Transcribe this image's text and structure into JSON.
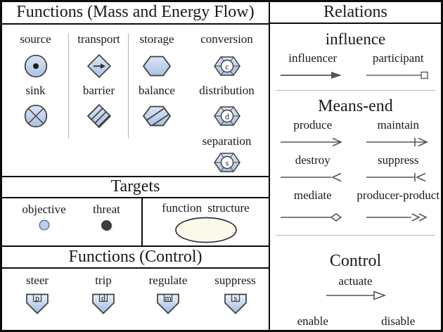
{
  "left": {
    "flow_title": "Functions (Mass and Energy Flow)",
    "flow": {
      "source": "source",
      "transport": "transport",
      "storage": "storage",
      "conversion": "conversion",
      "sink": "sink",
      "barrier": "barrier",
      "balance": "balance",
      "distribution": "distribution",
      "separation": "separation",
      "conversion_letter": "c",
      "distribution_letter": "d",
      "separation_letter": "s"
    },
    "targets": {
      "title": "Targets",
      "objective_label": "objective",
      "threat_label": "threat",
      "function_structure_label": "function structure"
    },
    "control": {
      "title": "Functions (Control)",
      "steer": "steer",
      "trip": "trip",
      "regulate": "regulate",
      "suppress": "suppress",
      "steer_letter": "p",
      "trip_letter": "d",
      "regulate_letter": "m",
      "suppress_letter": "s"
    }
  },
  "right": {
    "title": "Relations",
    "influence": {
      "heading": "influence",
      "influencer": "influencer",
      "participant": "participant"
    },
    "means_end": {
      "heading": "Means-end",
      "produce": "produce",
      "maintain": "maintain",
      "destroy": "destroy",
      "suppress": "suppress",
      "mediate": "mediate",
      "producer_product": "producer-product"
    },
    "control": {
      "heading": "Control",
      "actuate": "actuate",
      "enable": "enable",
      "disable": "disable"
    }
  },
  "colors": {
    "symbol_fill": "#a9c1e5",
    "symbol_fill_light": "#dbe5f5",
    "symbol_stroke": "#3f3f3f",
    "objective_fill": "#b9cfee",
    "threat_fill": "#3d3d3d",
    "function_structure_fill": "#fbfaea",
    "arrow": "#555555",
    "divider": "#b9b9b9",
    "border": "#0c0c0c"
  }
}
